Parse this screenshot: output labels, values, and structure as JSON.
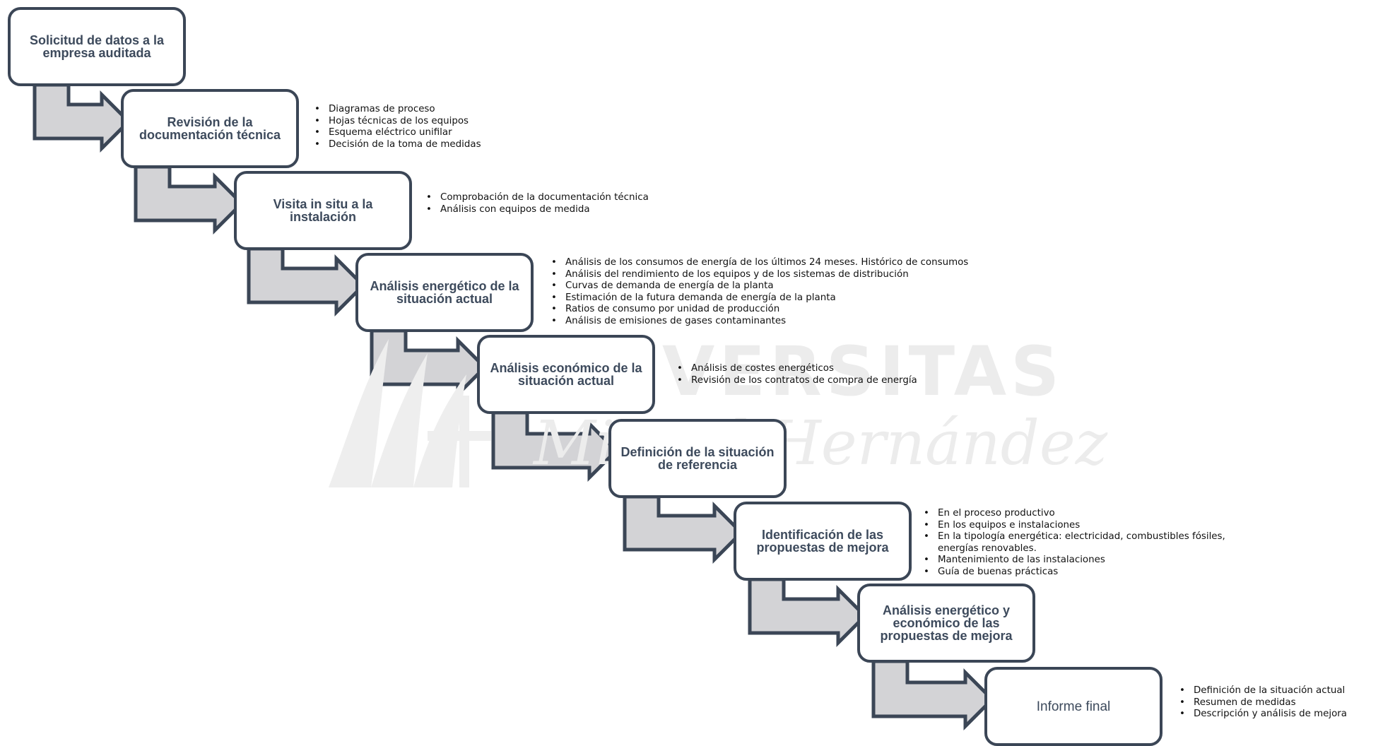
{
  "watermark": {
    "line1": "UNIVERSITAS",
    "line2": "Miguel Hernández"
  },
  "colors": {
    "box_border": "#3b4656",
    "box_text": "#3d4a5c",
    "arrow_fill": "#d3d3d6",
    "arrow_stroke": "#3b4656"
  },
  "steps": [
    {
      "label": "Solicitud de datos a la empresa auditada",
      "bullets": []
    },
    {
      "label": "Revisión de la documentación técnica",
      "bullets": [
        "Diagramas de proceso",
        "Hojas técnicas de los equipos",
        "Esquema eléctrico unifilar",
        "Decisión de la toma de medidas"
      ]
    },
    {
      "label": "Visita in situ a la instalación",
      "bullets": [
        "Comprobación de la documentación técnica",
        "Análisis con equipos de medida"
      ]
    },
    {
      "label": "Análisis energético de la situación actual",
      "bullets": [
        "Análisis de los consumos de energía de los últimos 24 meses. Histórico de consumos",
        "Análisis del rendimiento de los equipos y de los sistemas de distribución",
        "Curvas de demanda de energía de la planta",
        "Estimación de la futura demanda de energía de la planta",
        "Ratios de consumo por unidad de producción",
        "Análisis de emisiones de gases contaminantes"
      ]
    },
    {
      "label": "Análisis económico de la situación actual",
      "bullets": [
        "Análisis de costes energéticos",
        "Revisión de los contratos de compra de energía"
      ]
    },
    {
      "label": "Definición de la situación de referencia",
      "bullets": []
    },
    {
      "label": "Identificación de las propuestas de mejora",
      "bullets": [
        "En el proceso productivo",
        "En los equipos e instalaciones",
        "En la tipología energética: electricidad, combustibles fósiles, energías renovables.",
        "Mantenimiento de las instalaciones",
        "Guía de buenas prácticas"
      ]
    },
    {
      "label": "Análisis energético y económico de las propuestas de mejora",
      "bullets": []
    },
    {
      "label": "Informe final",
      "bullets": [
        "Definición de la situación actual",
        "Resumen de medidas",
        "Descripción y análisis de mejora"
      ]
    }
  ]
}
